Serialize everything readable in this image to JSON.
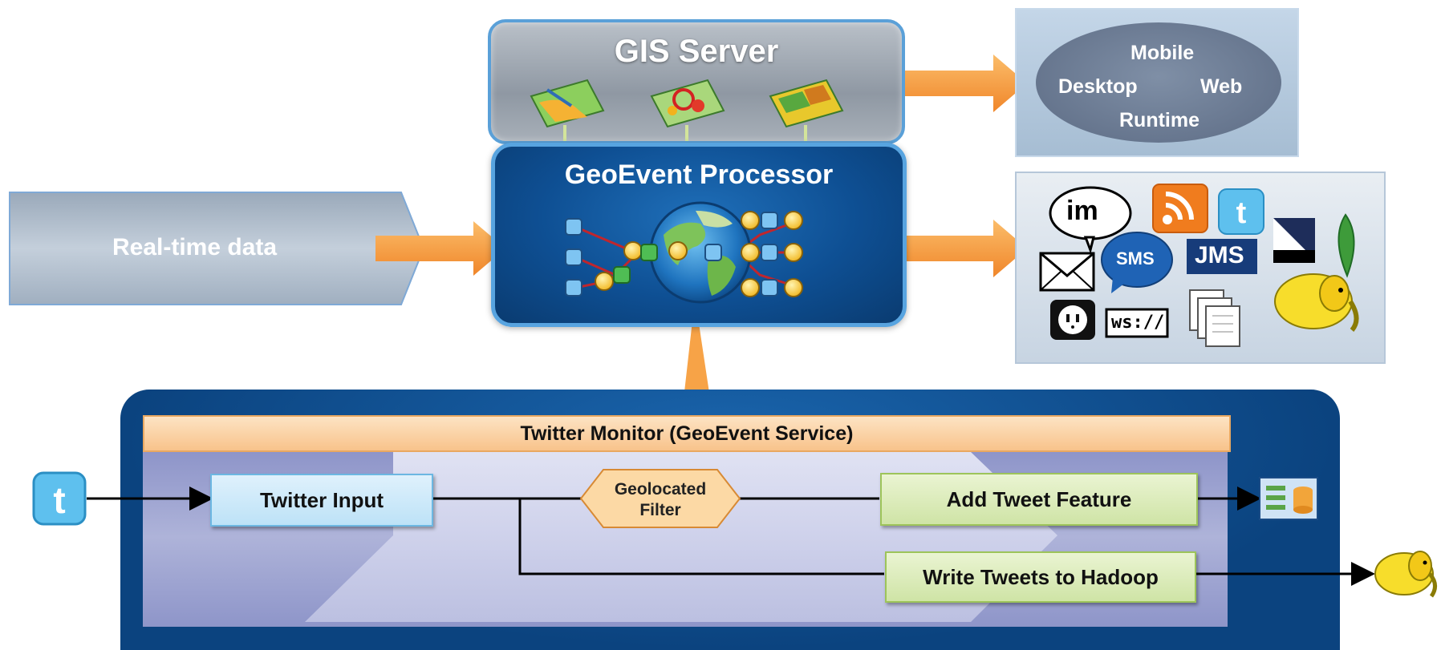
{
  "gis_server": {
    "title": "GIS Server"
  },
  "geoevent_processor": {
    "title": "GeoEvent Processor"
  },
  "realtime": {
    "label": "Real-time data"
  },
  "clients": {
    "items": [
      "Mobile",
      "Desktop",
      "Web",
      "Runtime"
    ]
  },
  "outputs": {
    "im": "im",
    "sms": "SMS",
    "jms": "JMS",
    "ws": "ws://"
  },
  "service": {
    "title": "Twitter Monitor (GeoEvent Service)",
    "input": "Twitter Input",
    "filter": [
      "Geolocated",
      "Filter"
    ],
    "add_feature": "Add Tweet Feature",
    "write_hadoop": "Write Tweets to Hadoop"
  },
  "colors": {
    "arrow_orange": "#f7a043",
    "panel_blue": "#0e4f93",
    "header_orange": "#f8c38b",
    "green_node": "#cfe4a6",
    "blue_node": "#bde2f7"
  }
}
